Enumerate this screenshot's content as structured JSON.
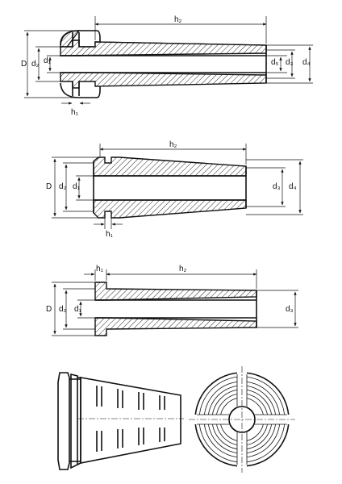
{
  "figure1": {
    "labels": {
      "h2": "h₂",
      "D": "D",
      "d2": "d₂",
      "d1": "d₁",
      "d5": "d₅",
      "d3": "d₃",
      "d4": "d₄",
      "h1": "h₁"
    }
  },
  "figure2": {
    "labels": {
      "h2": "h₂",
      "D": "D",
      "d2": "d₂",
      "d1": "d₁",
      "d3": "d₃",
      "d4": "d₄",
      "h1": "h₁"
    }
  },
  "figure3": {
    "labels": {
      "h1": "h₁",
      "h2": "h₂",
      "D": "D",
      "d2": "d₂",
      "d1": "d₁",
      "d3": "d₃"
    }
  }
}
